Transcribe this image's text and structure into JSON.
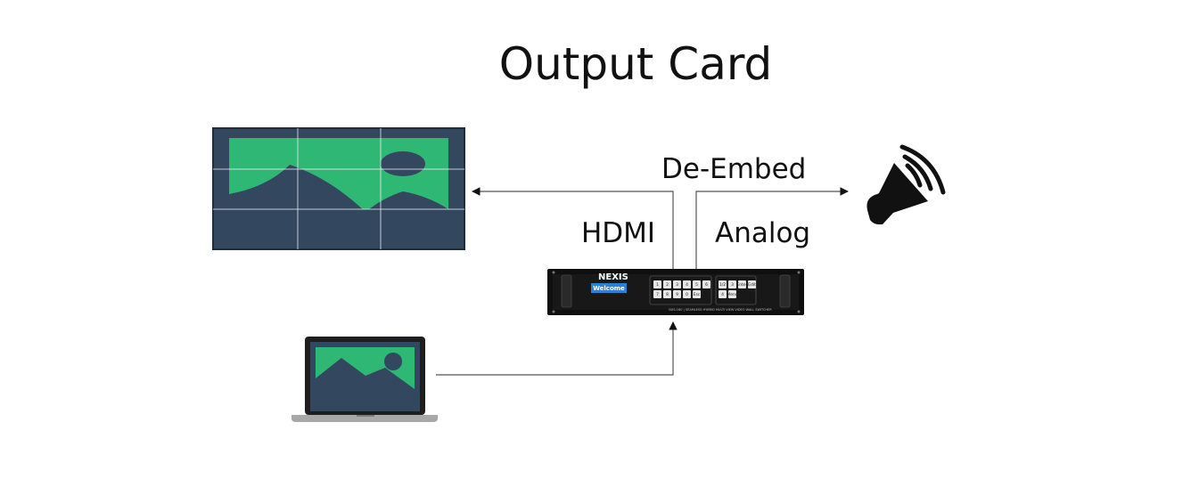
{
  "title": "Output Card",
  "labels": {
    "de_embed": "De-Embed",
    "hdmi": "HDMI",
    "analog": "Analog"
  },
  "device": {
    "brand": "NEXIS",
    "lcd_text": "Welcome",
    "panel_caption": "NXS-160 | SEAMLESS HYBRID MULTI VIEW VIDEO WALL SWITCHER",
    "input_keys": [
      "1",
      "2",
      "3",
      "4",
      "5",
      "6",
      "7",
      "8",
      "9",
      "0",
      "Esc"
    ],
    "output_keys": [
      "1/2",
      "3",
      "Enter",
      "Edit",
      "4",
      "Menu"
    ]
  },
  "colors": {
    "screen_bg": "#33475f",
    "image_green": "#2fb774",
    "device_body": "#0f0f0f",
    "lcd": "#2e7fd1",
    "line": "#555555"
  },
  "icons": {
    "display": "video-wall-display-icon",
    "speaker": "speaker-icon",
    "laptop": "laptop-icon",
    "switcher": "matrix-switcher-icon"
  }
}
